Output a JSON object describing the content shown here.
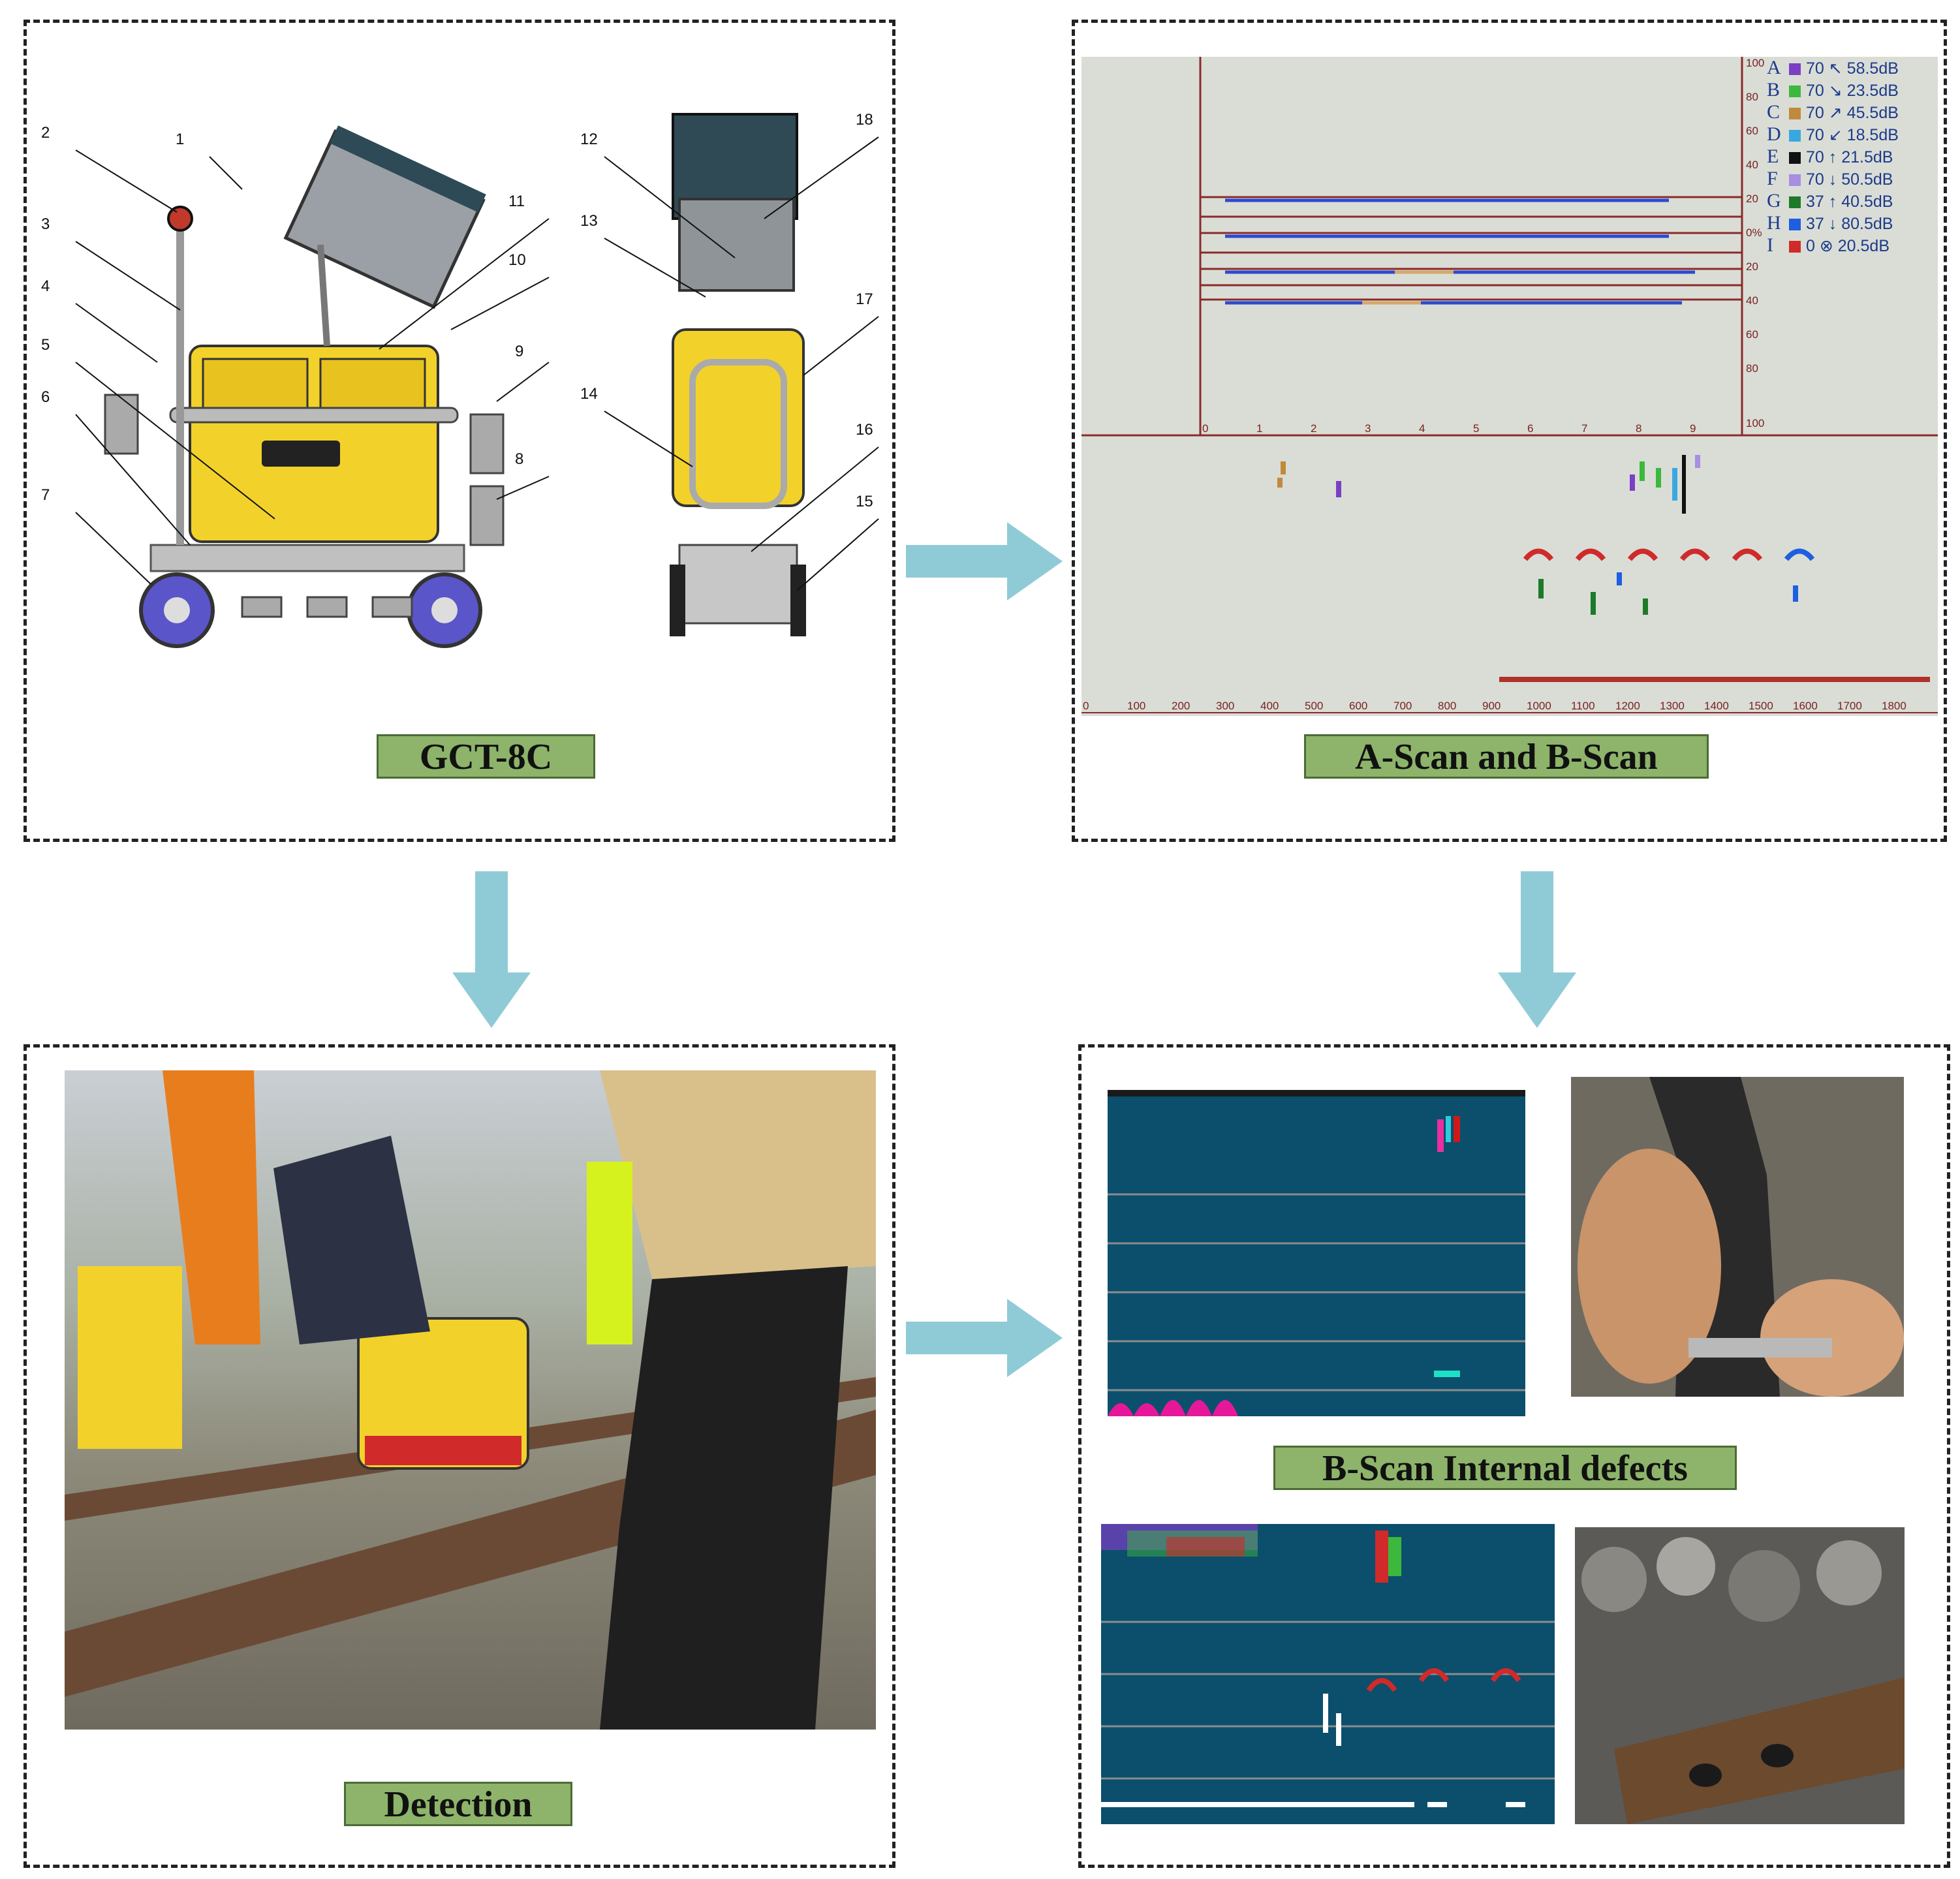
{
  "panels": {
    "device": {
      "label": "GCT-8C"
    },
    "scan": {
      "label": "A-Scan and B-Scan"
    },
    "detection": {
      "label": "Detection"
    },
    "defects": {
      "label": "B-Scan Internal defects"
    }
  },
  "callouts": [
    "1",
    "2",
    "3",
    "4",
    "5",
    "6",
    "7",
    "8",
    "9",
    "10",
    "11",
    "12",
    "13",
    "14",
    "15",
    "16",
    "17",
    "18"
  ],
  "legend": [
    {
      "channel": "A",
      "gain": "70",
      "arrow": "↖",
      "angle": "58",
      "db": ".5dB",
      "color": "#7b3fc4"
    },
    {
      "channel": "B",
      "gain": "70",
      "arrow": "↘",
      "angle": "23",
      "db": ".5dB",
      "color": "#3cb83c"
    },
    {
      "channel": "C",
      "gain": "70",
      "arrow": "↗",
      "angle": "45",
      "db": ".5dB",
      "color": "#c08a3c"
    },
    {
      "channel": "D",
      "gain": "70",
      "arrow": "↙",
      "angle": "18",
      "db": ".5dB",
      "color": "#3aa8e0"
    },
    {
      "channel": "E",
      "gain": "70",
      "arrow": "↑",
      "angle": "21",
      "db": ".5dB",
      "color": "#111111"
    },
    {
      "channel": "F",
      "gain": "70",
      "arrow": "↓",
      "angle": "50",
      "db": ".5dB",
      "color": "#a88ee0"
    },
    {
      "channel": "G",
      "gain": "37",
      "arrow": "↑",
      "angle": "40",
      "db": ".5dB",
      "color": "#1d7a2a"
    },
    {
      "channel": "H",
      "gain": "37",
      "arrow": "↓",
      "angle": "80",
      "db": ".5dB",
      "color": "#1e5ee0"
    },
    {
      "channel": "I",
      "gain": "0",
      "arrow": "⊗",
      "angle": "20",
      "db": ".5dB",
      "color": "#d02a2a"
    }
  ],
  "ascan_ticks_right": [
    "100",
    "80",
    "60",
    "40",
    "20",
    "0%",
    "20",
    "40",
    "60",
    "80",
    "100"
  ],
  "ascan_ticks_bottom": [
    "0",
    "1",
    "2",
    "3",
    "4",
    "5",
    "6",
    "7",
    "8",
    "9"
  ],
  "bscan_ticks": [
    "0",
    "100",
    "200",
    "300",
    "400",
    "500",
    "600",
    "700",
    "800",
    "900",
    "1000",
    "1100",
    "1200",
    "1300",
    "1400",
    "1500",
    "1600",
    "1700",
    "1800"
  ],
  "colors": {
    "arrow": "#8fcbd6",
    "label_bg": "#8db46a",
    "bscan_bg": "#0b4f6c",
    "scan_bg": "#d9ddd6"
  }
}
